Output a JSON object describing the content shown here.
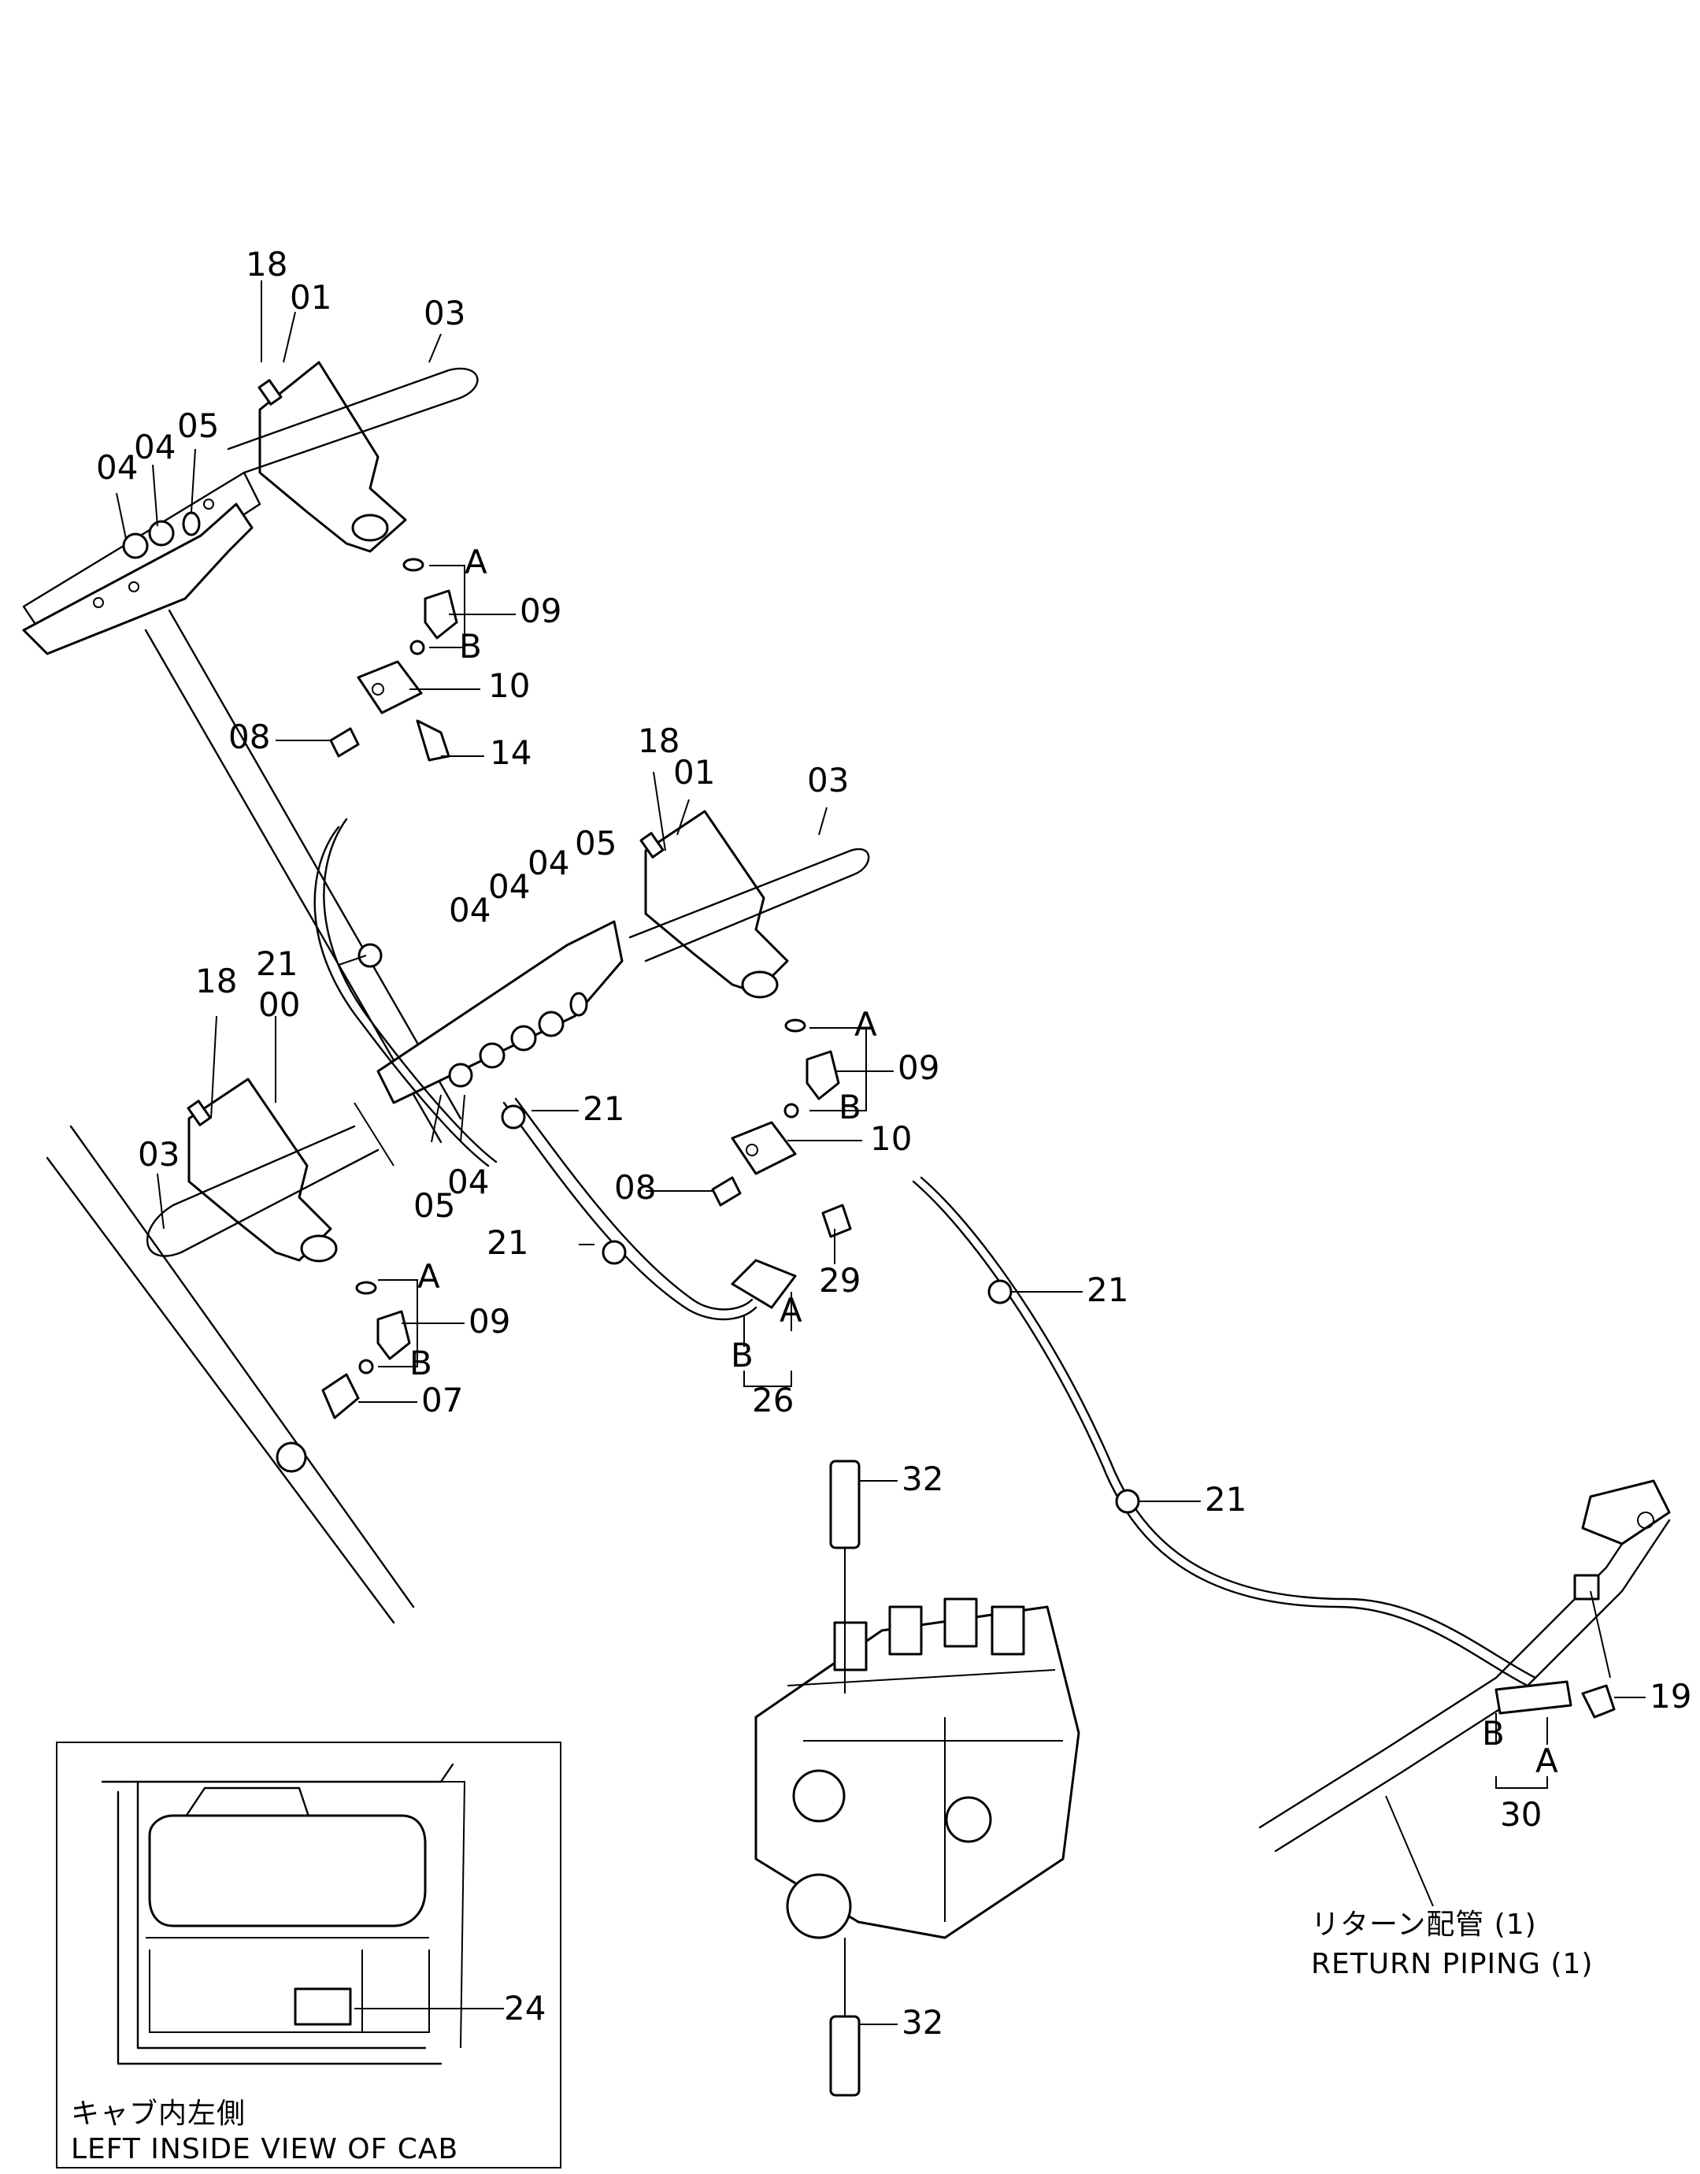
{
  "callouts": {
    "u18a": "18",
    "u01a": "01",
    "u03a": "03",
    "u04a": "04",
    "u04b": "04",
    "u05a": "05",
    "uA1": "A",
    "uB1": "B",
    "u09a": "09",
    "u10a": "10",
    "u08a": "08",
    "u14a": "14",
    "m18": "18",
    "m01": "01",
    "m03": "03",
    "m05": "05",
    "m04a": "04",
    "m04b": "04",
    "m04c": "04",
    "mA": "A",
    "mB": "B",
    "m09": "09",
    "m10": "10",
    "m08": "08",
    "l18": "18",
    "l00": "00",
    "l03": "03",
    "l05": "05",
    "l04": "04",
    "lA": "A",
    "lB": "B",
    "l09": "09",
    "l07": "07",
    "r21a": "21",
    "r21b": "21",
    "r21c": "21",
    "r21d": "21",
    "r21e": "21",
    "r26A": "A",
    "r26B": "B",
    "r26": "26",
    "r29": "29",
    "v32a": "32",
    "v32b": "32",
    "p19": "19",
    "p30A": "A",
    "p30B": "B",
    "p30": "30",
    "i24": "24"
  },
  "return_piping": {
    "jp": "リターン配管 (1)",
    "en": "RETURN PIPING (1)"
  },
  "inset": {
    "caption_jp": "キャブ内左側",
    "caption_en": "LEFT INSIDE VIEW OF CAB"
  }
}
